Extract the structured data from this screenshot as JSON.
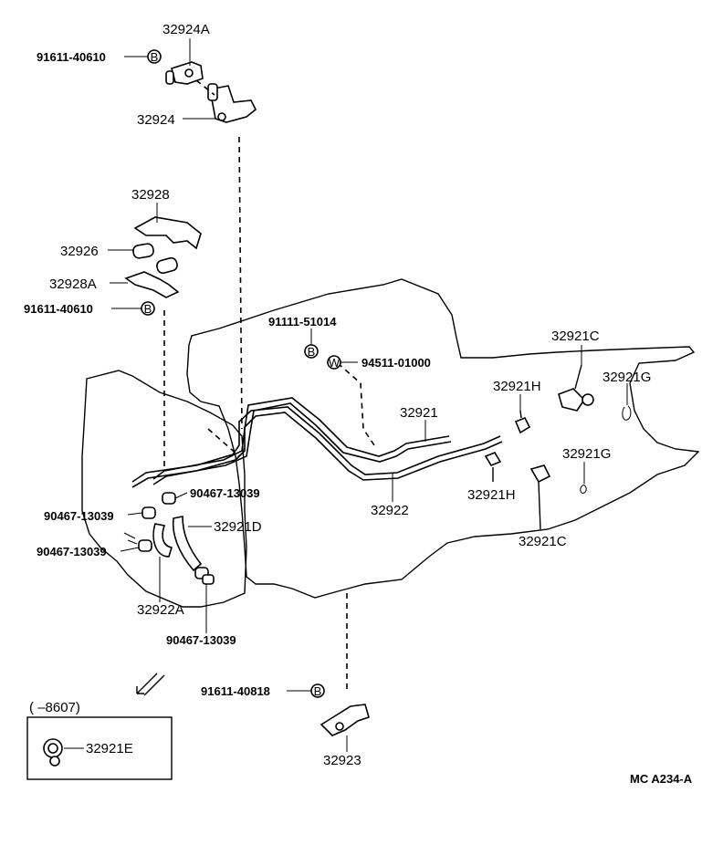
{
  "labels": {
    "p32924A": "32924A",
    "p91611_40610_top": "91611-40610",
    "p32924": "32924",
    "p32928": "32928",
    "p32926": "32926",
    "p32928A": "32928A",
    "p91611_40610_mid": "91611-40610",
    "p91111_51014": "91111-51014",
    "p94511_01000": "94511-01000",
    "p32921C_top": "32921C",
    "p32921H_top": "32921H",
    "p32921G_top": "32921G",
    "p32921": "32921",
    "p32921G_mid": "32921G",
    "p32921H_mid": "32921H",
    "p32922": "32922",
    "p32921C_low": "32921C",
    "p90467_13039_a": "90467-13039",
    "p90467_13039_b": "90467-13039",
    "p32921D": "32921D",
    "p90467_13039_c": "90467-13039",
    "p32922A": "32922A",
    "p90467_13039_d": "90467-13039",
    "p91611_40818": "91611-40818",
    "p32923": "32923",
    "range_note": "(      –8607)",
    "p32921E": "32921E",
    "diagram_code": "MC  A234-A"
  },
  "marks": {
    "bolt_symbol": "B",
    "washer_symbol": "W"
  },
  "colors": {
    "ink": "#000000",
    "paper": "#ffffff"
  }
}
